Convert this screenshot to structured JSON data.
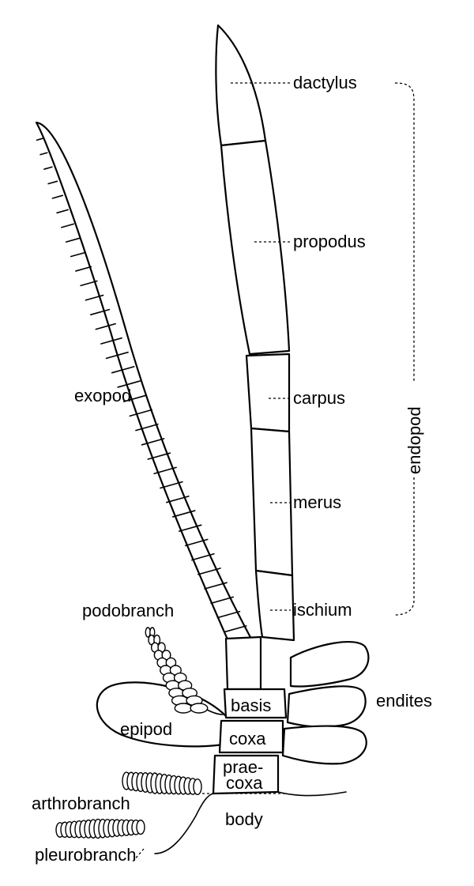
{
  "labels": {
    "dactylus": "dactylus",
    "propodus": "propodus",
    "carpus": "carpus",
    "merus": "merus",
    "ischium": "ischium",
    "exopod": "exopod",
    "endopod": "endopod",
    "podobranch": "podobranch",
    "endites": "endites",
    "basis": "basis",
    "coxa": "coxa",
    "praecoxa_line1": "prae-",
    "praecoxa_line2": "coxa",
    "epipod": "epipod",
    "arthrobranch": "arthrobranch",
    "body": "body",
    "pleurobranch": "pleurobranch"
  }
}
